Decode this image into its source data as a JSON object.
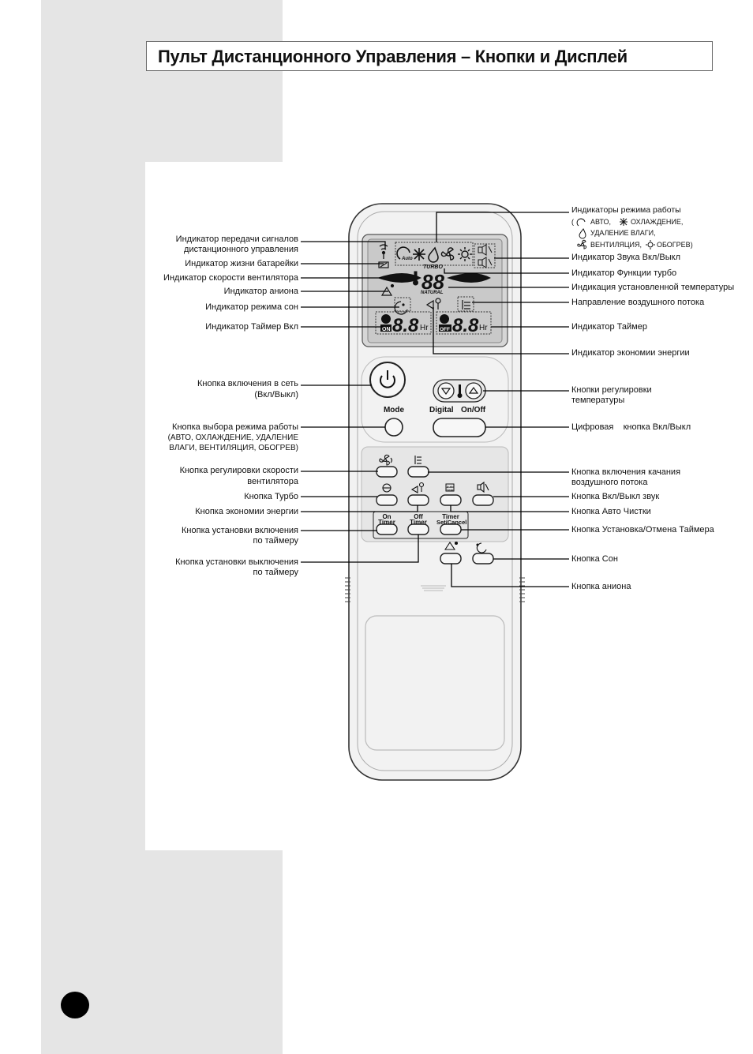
{
  "title": "Пульт Дистанционного Управления – Кнопки и Дисплей",
  "remote": {
    "display": {
      "auto_text": "Auto",
      "turbo_text": "TURBO",
      "natural_text": "NATURAL",
      "temp_digits": "88",
      "timer_digits": "8.8",
      "hr_text": "Hr",
      "on_text": "ON",
      "off_text": "OFF"
    },
    "buttons": {
      "mode": "Mode",
      "digital_onoff": "Digital",
      "digital_onoff_suffix": "On/Off",
      "on_timer_1": "On",
      "on_timer_2": "Timer",
      "off_timer_1": "Off",
      "off_timer_2": "Timer",
      "timer_set_1": "Timer",
      "timer_set_2": "Set/Cancel",
      "autoclean_icon_text": "Auto Clean"
    }
  },
  "labels_left": {
    "signal_1": "Индикатор передачи сигналов",
    "signal_2": "дистанционного управления",
    "battery": "Индикатор жизни батарейки",
    "fan_speed": "Индикатор скорости вентилятора",
    "anion": "Индикатор аниона",
    "sleep": "Индикатор режима сон",
    "timer_on": "Индикатор Таймер Вкл",
    "power_1": "Кнопка включения в сеть",
    "power_2": "(Вкл/Выкл)",
    "mode_1": "Кнопка выбора режима работы",
    "mode_2": "(АВТО, ОХЛАЖДЕНИЕ, УДАЛЕНИЕ",
    "mode_3": "ВЛАГИ, ВЕНТИЛЯЦИЯ, ОБОГРЕВ)",
    "fan_btn_1": "Кнопка регулировки скорости",
    "fan_btn_2": "вентилятора",
    "turbo_btn": "Кнопка Турбо",
    "eco_btn": "Кнопка экономии энергии",
    "on_timer_1": "Кнопка установки включения",
    "on_timer_2": "по таймеру",
    "off_timer_1": "Кнопка установки выключения",
    "off_timer_2": "по таймеру"
  },
  "labels_right": {
    "modes_1": "Индикаторы режима работы",
    "modes_auto": "АВТО,",
    "modes_cool": "ОХЛАЖДЕНИЕ,",
    "modes_dry": "УДАЛЕНИЕ ВЛАГИ,",
    "modes_fan": "ВЕНТИЛЯЦИЯ,",
    "modes_heat": "ОБОГРЕВ)",
    "sound": "Индикатор Звука Вкл/Выкл",
    "turbo": "Индикатор Функции турбо",
    "set_temp": "Индикация установленной  температуры",
    "airflow": "Направление воздушного потока",
    "timer": "Индикатор Таймер",
    "eco": "Индикатор экономии энергии",
    "temp_btn_1": "Кнопки регулировки",
    "temp_btn_2": "температуры",
    "digital": "Цифровая    кнопка Вкл/Выкл",
    "swing_1": "Кнопка включения качания",
    "swing_2": "воздушного потока",
    "sound_btn": "Кнопка Вкл/Выкл звук",
    "autoclean": "Кнопка Авто Чистки",
    "timer_set": "Кнопка Установка/Отмена Таймера",
    "sleep_btn": "Кнопка Сон",
    "anion_btn": "Кнопка аниона"
  }
}
